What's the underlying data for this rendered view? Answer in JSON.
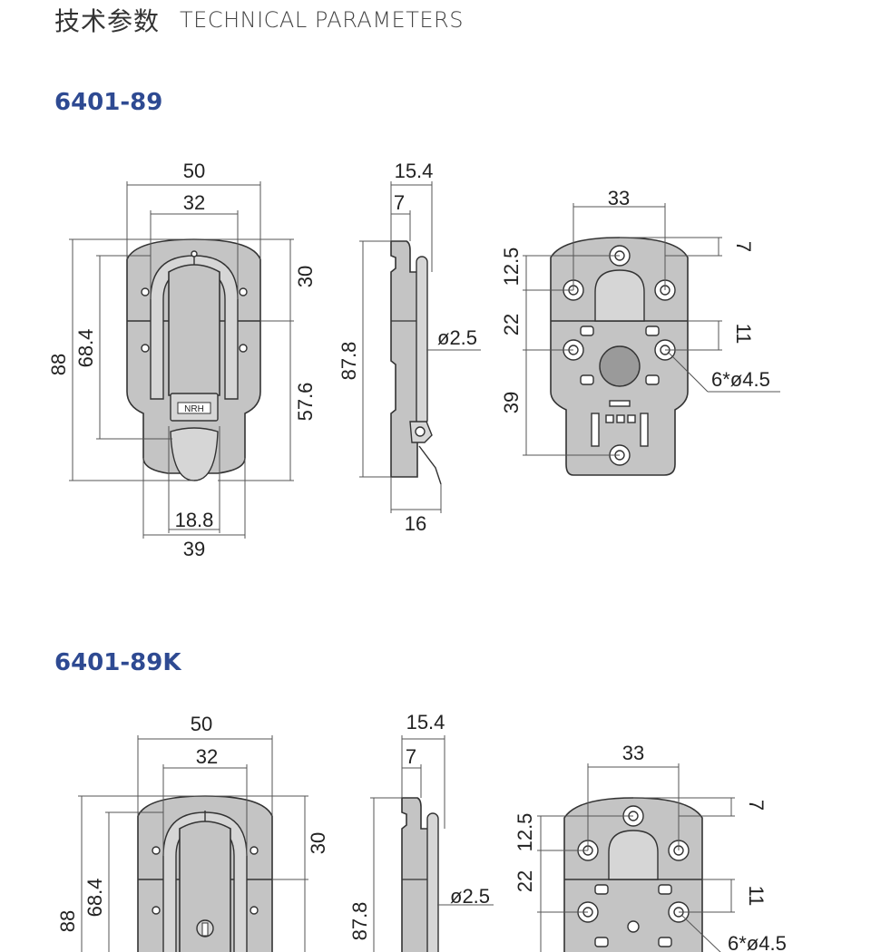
{
  "header": {
    "title_cn": "技术参数",
    "title_en": "TECHNICAL PARAMETERS"
  },
  "models": [
    {
      "name": "6401-89",
      "front": {
        "width": "50",
        "inner": "32",
        "height": "88",
        "h2": "68.4",
        "top": "30",
        "bottom": "57.6",
        "w1": "18.8",
        "w2": "39",
        "logo": "NRH"
      },
      "side": {
        "width": "15.4",
        "w1": "7",
        "height": "87.8",
        "dia": "ø2.5",
        "depth": "16"
      },
      "back": {
        "span": "33",
        "top": "7",
        "h1": "12.5",
        "h2": "22",
        "h3": "39",
        "gap": "11",
        "holes": "6*ø4.5"
      }
    },
    {
      "name": "6401-89K",
      "front": {
        "width": "50",
        "inner": "32",
        "height": "88",
        "h2": "68.4",
        "top": "30"
      },
      "side": {
        "width": "15.4",
        "w1": "7",
        "height": "87.8",
        "dia": "ø2.5"
      },
      "back": {
        "span": "33",
        "top": "7",
        "h1": "12.5",
        "h2": "22",
        "gap": "11",
        "holes": "6*ø4.5"
      }
    }
  ],
  "colors": {
    "model_label": "#2e4a92",
    "part_fill": "#c4c4c4"
  }
}
